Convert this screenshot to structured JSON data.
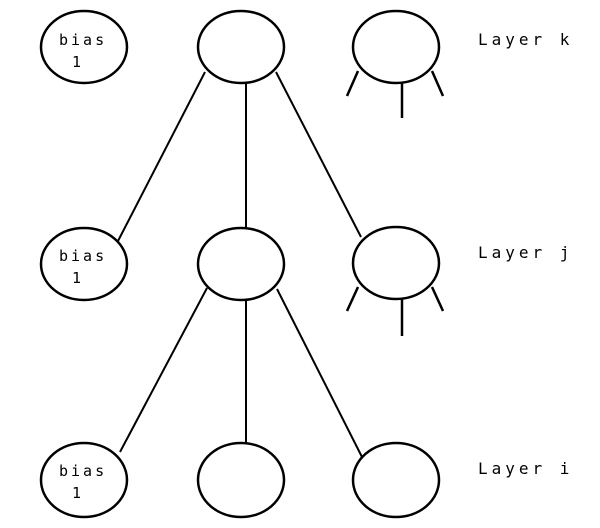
{
  "diagram": {
    "type": "neural-network-layer-diagram",
    "colors": {
      "background": "#ffffff",
      "stroke": "#000000",
      "text": "#000000"
    },
    "bias_label": {
      "line1": "bias",
      "line2": "1"
    },
    "layer_labels": {
      "k": "Layer k",
      "j": "Layer j",
      "i": "Layer i"
    },
    "structure": {
      "layers": [
        {
          "id": "k",
          "nodes": [
            "bias-node",
            "neuron",
            "neuron-with-input-stubs"
          ]
        },
        {
          "id": "j",
          "nodes": [
            "bias-node",
            "neuron",
            "neuron-with-input-stubs"
          ]
        },
        {
          "id": "i",
          "nodes": [
            "bias-node",
            "neuron",
            "neuron"
          ]
        }
      ],
      "edges": [
        "j-bias to k-neuron",
        "j-neuron to k-neuron",
        "j-right-neuron to k-neuron",
        "i-bias to j-neuron",
        "i-neuron to j-neuron",
        "i-right-neuron to j-neuron"
      ]
    }
  }
}
